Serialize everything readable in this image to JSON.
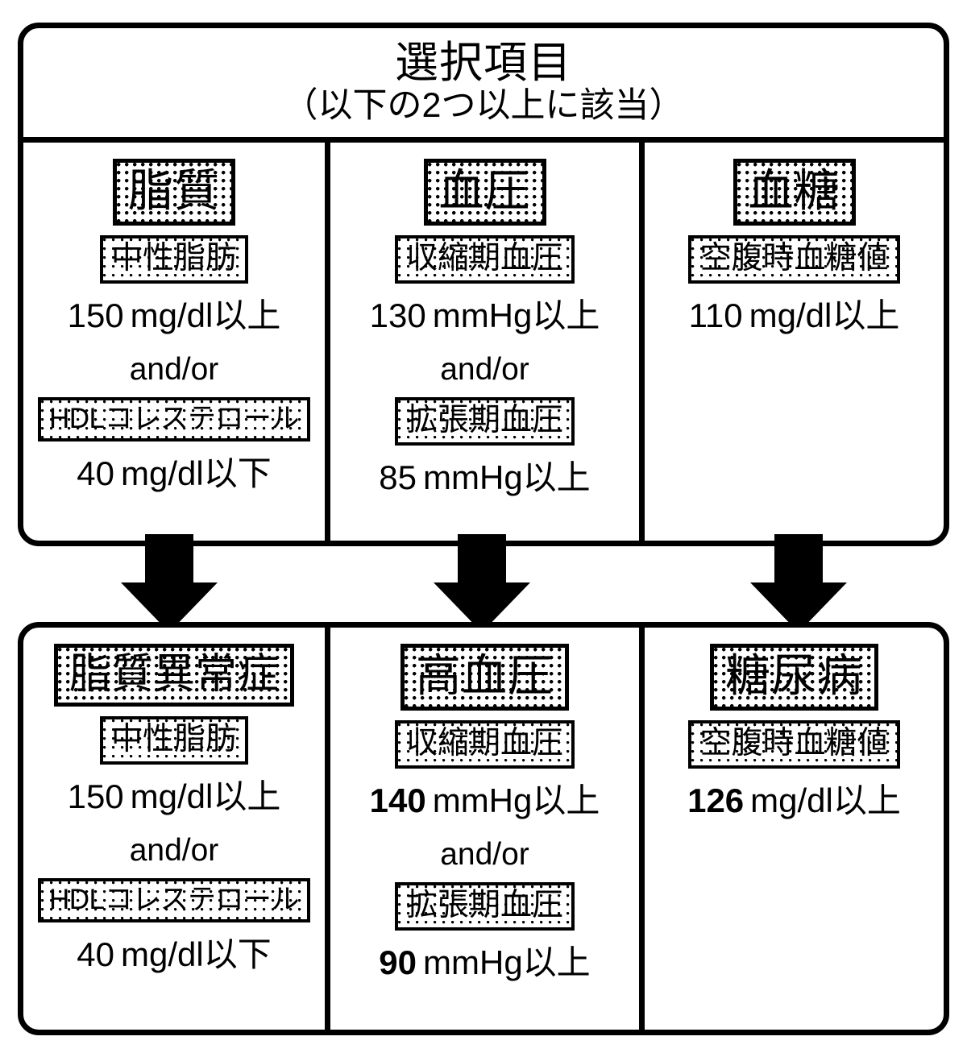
{
  "diagram": {
    "header": {
      "title": "選択項目",
      "subtitle": "（以下の2つ以上に該当）"
    },
    "criteria_columns": [
      {
        "name": "脂質",
        "rows": [
          {
            "label": "中性脂肪",
            "number": "150",
            "unit": "mg/dl以上",
            "bold": false
          },
          {
            "connector": "and/or"
          },
          {
            "label": "HDLコレステロール",
            "number": "40",
            "unit": "mg/dl以下",
            "bold": false
          }
        ]
      },
      {
        "name": "血圧",
        "rows": [
          {
            "label": "収縮期血圧",
            "number": "130",
            "unit": "mmHg以上",
            "bold": false
          },
          {
            "connector": "and/or"
          },
          {
            "label": "拡張期血圧",
            "number": "85",
            "unit": "mmHg以上",
            "bold": false
          }
        ]
      },
      {
        "name": "血糖",
        "rows": [
          {
            "label": "空腹時血糖値",
            "number": "110",
            "unit": "mg/dl以上",
            "bold": false
          }
        ]
      }
    ],
    "arrows": [
      {
        "icon": "down-arrow-icon"
      },
      {
        "icon": "down-arrow-icon"
      },
      {
        "icon": "down-arrow-icon"
      }
    ],
    "diagnosis_columns": [
      {
        "name": "脂質異常症",
        "rows": [
          {
            "label": "中性脂肪",
            "number": "150",
            "unit": "mg/dl以上",
            "bold": false
          },
          {
            "connector": "and/or"
          },
          {
            "label": "HDLコレステロール",
            "number": "40",
            "unit": "mg/dl以下",
            "bold": false
          }
        ]
      },
      {
        "name": "高血圧",
        "rows": [
          {
            "label": "収縮期血圧",
            "number": "140",
            "unit": "mmHg以上",
            "bold": true
          },
          {
            "connector": "and/or"
          },
          {
            "label": "拡張期血圧",
            "number": "90",
            "unit": "mmHg以上",
            "bold": true
          }
        ]
      },
      {
        "name": "糖尿病",
        "rows": [
          {
            "label": "空腹時血糖値",
            "number": "126",
            "unit": "mg/dl以上",
            "bold": true
          }
        ]
      }
    ],
    "colors": {
      "ink": "#000000",
      "paper": "#ffffff"
    }
  }
}
